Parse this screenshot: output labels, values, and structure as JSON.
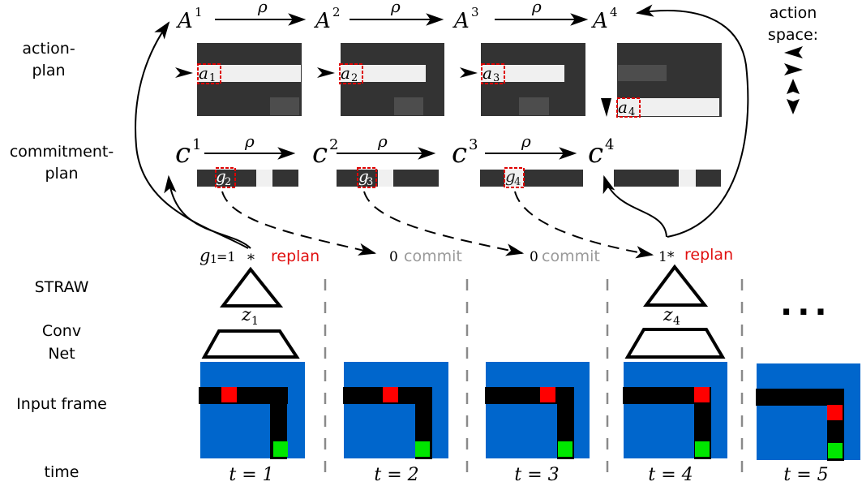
{
  "row_labels": {
    "action_plan": [
      "action-",
      "plan"
    ],
    "commitment_plan": [
      "commitment-",
      "plan"
    ],
    "straw": "STRAW",
    "convnet": [
      "Conv",
      "Net"
    ],
    "input_frame": "Input frame",
    "time": "time"
  },
  "action_space": {
    "label": [
      "action",
      "space:"
    ],
    "icons": [
      "left-arrow-icon",
      "right-arrow-icon",
      "up-down-arrow-icon"
    ]
  },
  "transition_symbol": "ρ",
  "action_plans": [
    {
      "name": "A",
      "sup": "1",
      "cell": "a",
      "sub": "1",
      "direction": "right"
    },
    {
      "name": "A",
      "sup": "2",
      "cell": "a",
      "sub": "2",
      "direction": "right"
    },
    {
      "name": "A",
      "sup": "3",
      "cell": "a",
      "sub": "3",
      "direction": "right"
    },
    {
      "name": "A",
      "sup": "4",
      "cell": "a",
      "sub": "4",
      "direction": "down"
    }
  ],
  "commitment_plans": [
    {
      "name": "c",
      "sup": "1",
      "cell": "g",
      "sub": "2"
    },
    {
      "name": "c",
      "sup": "2",
      "cell": "g",
      "sub": "3"
    },
    {
      "name": "c",
      "sup": "3",
      "cell": "g",
      "sub": "4"
    },
    {
      "name": "c",
      "sup": "4",
      "cell": "",
      "sub": ""
    }
  ],
  "steps": [
    {
      "gate": "g",
      "gate_sub": "1",
      "gate_value": "=1",
      "star": "*",
      "action": "replan",
      "action_type": "replan",
      "latent": "z",
      "latent_sub": "1",
      "time": "t = 1"
    },
    {
      "gate_value": "0",
      "action": "commit",
      "action_type": "commit",
      "time": "t = 2"
    },
    {
      "gate_value": "0",
      "action": "commit",
      "action_type": "commit",
      "time": "t = 3"
    },
    {
      "gate_value": "1*",
      "action": "replan",
      "action_type": "replan",
      "latent": "z",
      "latent_sub": "4",
      "time": "t = 4"
    },
    {
      "time": "t = 5"
    }
  ],
  "ellipsis": "...",
  "colors": {
    "replan": "#e01010",
    "commit": "#9a9a9a",
    "frame_bg": "#0066cc",
    "path": "#000000",
    "agent": "#ff0000",
    "goal": "#00e600",
    "plan_dark": "#333333",
    "plan_light": "#f0f0f0",
    "plan_mid": "#4d4d4d",
    "highlight_box": "#dd0000"
  }
}
